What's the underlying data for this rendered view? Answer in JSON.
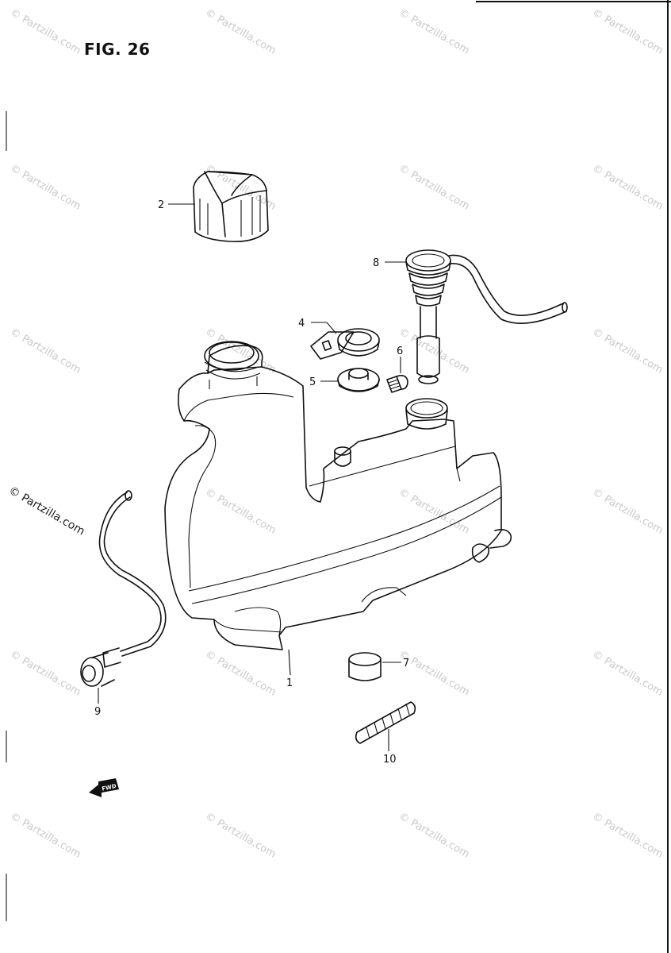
{
  "figure": {
    "title": "FIG. 26"
  },
  "watermark": {
    "text": "© Partzilla.com"
  },
  "callouts": [
    {
      "id": "1",
      "label": "1"
    },
    {
      "id": "2",
      "label": "2"
    },
    {
      "id": "4",
      "label": "4"
    },
    {
      "id": "5",
      "label": "5"
    },
    {
      "id": "6",
      "label": "6"
    },
    {
      "id": "7",
      "label": "7"
    },
    {
      "id": "8",
      "label": "8"
    },
    {
      "id": "9",
      "label": "9"
    },
    {
      "id": "10",
      "label": "10"
    }
  ],
  "front_arrow": {
    "icon": "front-direction-arrow-icon",
    "label": "FWD"
  }
}
